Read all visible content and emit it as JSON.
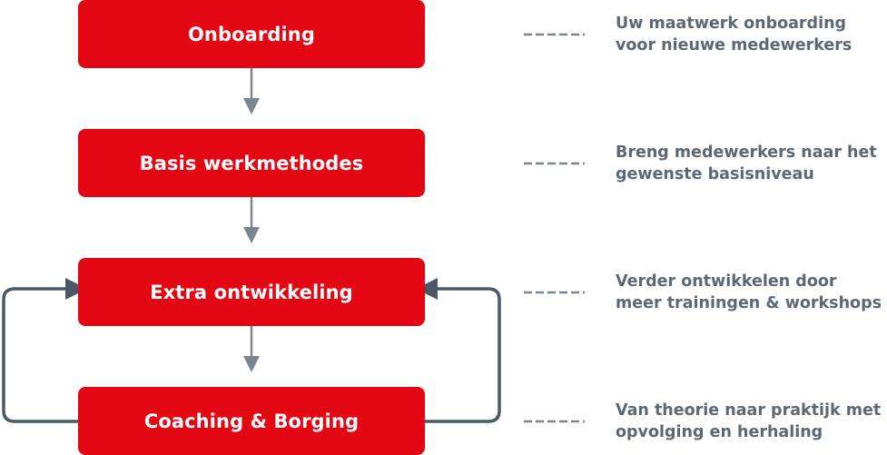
{
  "steps": [
    {
      "label": "Onboarding",
      "desc": [
        "Uw maatwerk onboarding",
        "voor nieuwe medewerkers"
      ]
    },
    {
      "label": "Basis werkmethodes",
      "desc": [
        "Breng medewerkers naar het",
        "gewenste basisniveau"
      ]
    },
    {
      "label": "Extra ontwikkeling",
      "desc": [
        "Verder ontwikkelen door",
        "meer trainingen & workshops"
      ]
    },
    {
      "label": "Coaching & Borging",
      "desc": [
        "Van theorie naar praktijk met",
        "opvolging en herhaling"
      ]
    }
  ],
  "colors": {
    "step_fill": "#e30613",
    "step_text": "#ffffff",
    "arrow": "#7a8591",
    "loop": "#4b5867",
    "dash": "#7a8591",
    "desc_text": "#5d6873"
  }
}
